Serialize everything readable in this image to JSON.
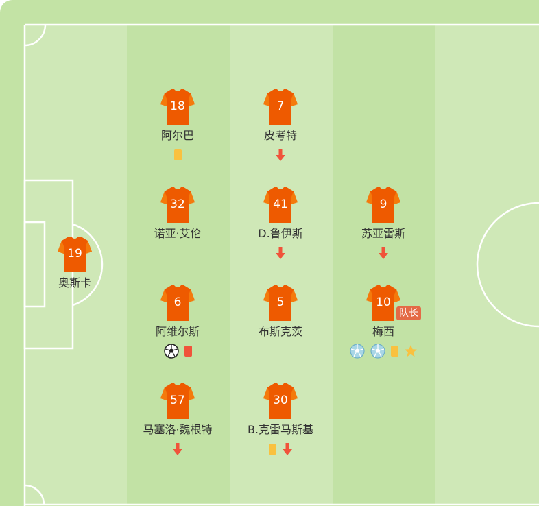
{
  "colors": {
    "pitch_outer": "#c3e3a5",
    "stripe_light": "#cfe8b7",
    "stripe_dark": "#c2e2a5",
    "lines": "#ffffff",
    "shirt": "#ee5a00",
    "shirt_shade": "#f47a0c",
    "arrow": "#f0533a",
    "yellow_card": "#f9c13f",
    "red_card": "#f0533a",
    "captain_badge": "#e46a46"
  },
  "players": [
    {
      "number": "19",
      "name": "奥斯卡",
      "icons": []
    },
    {
      "number": "18",
      "name": "阿尔巴",
      "icons": [
        "yellow-card"
      ]
    },
    {
      "number": "32",
      "name": "诺亚·艾伦",
      "icons": []
    },
    {
      "number": "6",
      "name": "阿维尔斯",
      "icons": [
        "goal-ball",
        "red-card"
      ]
    },
    {
      "number": "57",
      "name": "马塞洛·魏根特",
      "icons": [
        "sub-out-arrow"
      ]
    },
    {
      "number": "7",
      "name": "皮考特",
      "icons": [
        "sub-out-arrow"
      ]
    },
    {
      "number": "41",
      "name": "D.鲁伊斯",
      "icons": [
        "sub-out-arrow"
      ]
    },
    {
      "number": "5",
      "name": "布斯克茨",
      "icons": []
    },
    {
      "number": "30",
      "name": "B.克雷马斯基",
      "icons": [
        "yellow-card",
        "sub-out-arrow"
      ]
    },
    {
      "number": "9",
      "name": "苏亚雷斯",
      "icons": [
        "sub-out-arrow"
      ]
    },
    {
      "number": "10",
      "name": "梅西",
      "captain_label": "队长",
      "icons": [
        "assist-ball",
        "assist-ball",
        "yellow-card",
        "star"
      ]
    }
  ]
}
